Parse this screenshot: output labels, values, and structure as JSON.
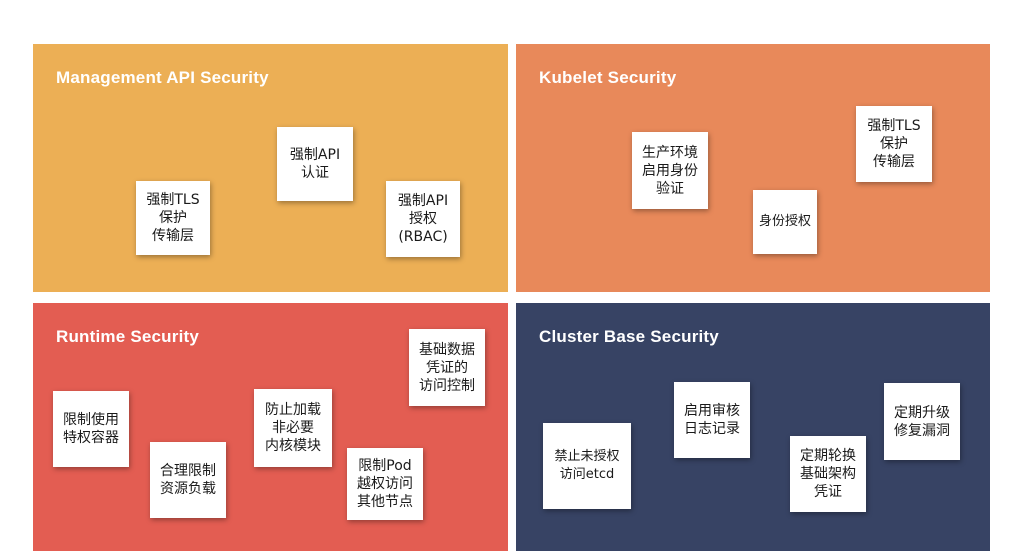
{
  "colors": {
    "management": "#ECAF55",
    "kubelet": "#E8895A",
    "runtime": "#E35D52",
    "cluster": "#374364",
    "note": "#ffffff"
  },
  "quadrants": [
    {
      "title": "Management API Security",
      "notes": [
        "强制API\n认证",
        "强制TLS\n保护\n传输层",
        "强制API\n授权\n(RBAC)"
      ]
    },
    {
      "title": "Kubelet Security",
      "notes": [
        "生产环境\n启用身份\n验证",
        "身份授权",
        "强制TLS\n保护\n传输层"
      ]
    },
    {
      "title": "Runtime Security",
      "notes": [
        "限制使用\n特权容器",
        "合理限制\n资源负载",
        "防止加载\n非必要\n内核模块",
        "限制Pod\n越权访问\n其他节点",
        "基础数据\n凭证的\n访问控制"
      ]
    },
    {
      "title": "Cluster Base Security",
      "notes": [
        "禁止未授权\n访问etcd",
        "启用审核\n日志记录",
        "定期轮换\n基础架构\n凭证",
        "定期升级\n修复漏洞"
      ]
    }
  ]
}
